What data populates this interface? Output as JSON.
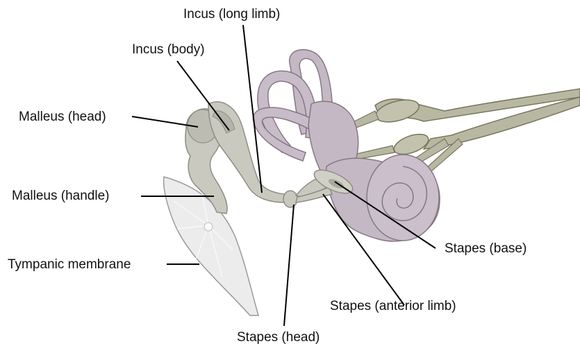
{
  "labels": {
    "incus_long_limb": "Incus (long limb)",
    "incus_body": "Incus (body)",
    "malleus_head": "Malleus (head)",
    "malleus_handle": "Malleus (handle)",
    "tympanic_membrane": "Tympanic membrane",
    "stapes_base": "Stapes (base)",
    "stapes_anterior_limb": "Stapes (anterior limb)",
    "stapes_head": "Stapes (head)"
  },
  "colors": {
    "bone": "#c9c9bf",
    "bone_dark": "#8e8e84",
    "cochlea": "#c4b8c4",
    "cochlea_dark": "#857785",
    "nerve": "#b8b8a2",
    "membrane": "#ececec",
    "leader_line": "#000000"
  }
}
